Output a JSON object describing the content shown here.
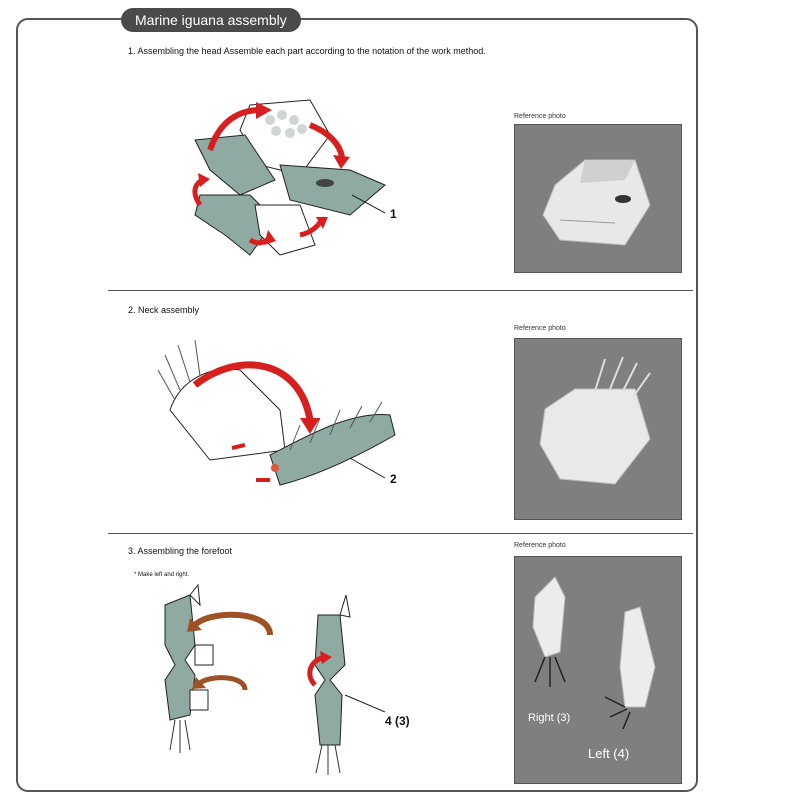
{
  "header": {
    "title": "Marine iguana assembly"
  },
  "sections": [
    {
      "title": "1. Assembling the head Assemble each part according to the notation of the work method.",
      "reference_label": "Reference photo",
      "callout": "1"
    },
    {
      "title": "2. Neck assembly",
      "reference_label": "Reference photo",
      "callout": "2"
    },
    {
      "title": "3. Assembling the forefoot",
      "note": "* Make left and right.",
      "reference_label": "Reference photo",
      "callout": "4 (3)",
      "photo_captions": {
        "right": "Right (3)",
        "left": "Left (4)"
      }
    }
  ],
  "colors": {
    "frame": "#555555",
    "tab": "#4a4a4a",
    "arrow_red": "#d71f1f",
    "arrow_brown": "#9c5226",
    "paper_teal": "#8fa9a3",
    "photo_bg": "#7f7f7f"
  }
}
